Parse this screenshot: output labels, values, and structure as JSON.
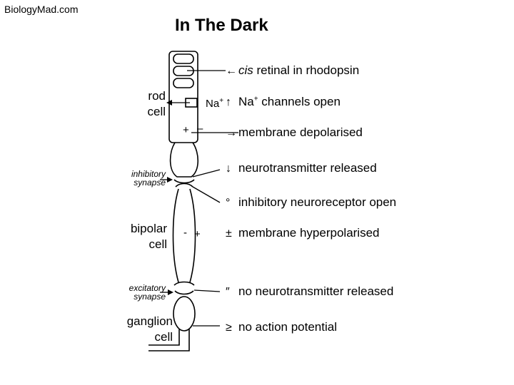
{
  "watermark": "BiologyMad.com",
  "title": "In The Dark",
  "cell_labels": {
    "rod_1": "rod",
    "rod_2": "cell",
    "bipolar_1": "bipolar",
    "bipolar_2": "cell",
    "ganglion_1": "ganglion",
    "ganglion_2": "cell"
  },
  "synapse_labels": {
    "inhibitory_1": "inhibitory",
    "inhibitory_2": "synapse",
    "excitatory_1": "excitatory",
    "excitatory_2": "synapse"
  },
  "ion_label": "Na",
  "ion_charge": "+",
  "charges": {
    "rod_plus": "+",
    "rod_minus": "–",
    "bipolar_minus": "-",
    "bipolar_plus": "+"
  },
  "annotations": [
    {
      "symbol": "←",
      "italic": "cis",
      "text": " retinal in rhodopsin"
    },
    {
      "symbol": "↑",
      "text": "Na",
      "sup": "+",
      "text2": " channels open"
    },
    {
      "symbol": "→",
      "text": "membrane depolarised"
    },
    {
      "symbol": "↓",
      "text": "neurotransmitter released"
    },
    {
      "symbol": "°",
      "text": "inhibitory neuroreceptor open"
    },
    {
      "symbol": "±",
      "text": "membrane hyperpolarised"
    },
    {
      "symbol": "″",
      "text": "no neurotransmitter released"
    },
    {
      "symbol": "≥",
      "text": "no action potential"
    }
  ]
}
